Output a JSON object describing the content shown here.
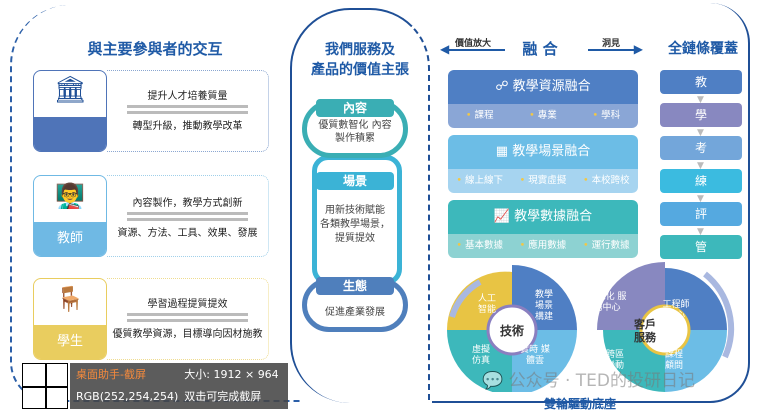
{
  "left": {
    "title": "與主要參與者的交互",
    "rows": [
      {
        "label": "",
        "top": "提升人才培養質量",
        "bottom": "轉型升級，推動教學改革",
        "color": "#4f74b8"
      },
      {
        "label": "教師",
        "top": "內容製作，教學方式創新",
        "bottom": "資源、方法、工具、效果、發展",
        "color": "#6fb9e4"
      },
      {
        "label": "學生",
        "top": "學習過程提質提效",
        "bottom": "優質教學資源，目標導向因材施教",
        "color": "#e9cd5f"
      }
    ]
  },
  "middle": {
    "title_line1": "我們服務及",
    "title_line2": "產品的價值主張",
    "items": [
      {
        "tag": "內容",
        "text": "優質數智化 內容製作積累"
      },
      {
        "tag": "場景",
        "text": "用新技術賦能 各類教學場景， 提質提效"
      },
      {
        "tag": "生態",
        "text": "促進產業發展"
      }
    ]
  },
  "right": {
    "center_title": "融 合",
    "left_arrow": "價值放大",
    "right_arrow": "洞見",
    "chain_title": "全鏈條覆蓋",
    "blocks": [
      {
        "title": "教學資源融合",
        "icon": "share-nodes-icon",
        "items": [
          "課程",
          "專業",
          "學科"
        ]
      },
      {
        "title": "教學場景融合",
        "icon": "grid-shapes-icon",
        "items": [
          "線上線下",
          "現實虛擬",
          "本校跨校"
        ]
      },
      {
        "title": "教學數據融合",
        "icon": "chart-growth-icon",
        "items": [
          "基本數據",
          "應用數據",
          "運行數據"
        ]
      }
    ],
    "chain": [
      "教",
      "學",
      "考",
      "練",
      "評",
      "管"
    ]
  },
  "wheels": {
    "tech": {
      "center": "技術",
      "segments": [
        "人工 智能",
        "教學 場景 構建",
        "實時 媒體雲",
        "虛擬 仿真"
      ]
    },
    "service": {
      "center": "客戶 服務",
      "segments": [
        "本地化 服務中心",
        "工程師 匠心",
        "課程 顧問",
        "跨區 聯動"
      ]
    },
    "footer": "雙輪驅動底座"
  },
  "watermark": "公众号 · TED的投研日记",
  "overlay": {
    "title": "桌面助手-截屏",
    "size": "大小: 1912 × 964",
    "rgb": "RGB(252,254,254)",
    "hint": "双击可完成截屏"
  }
}
